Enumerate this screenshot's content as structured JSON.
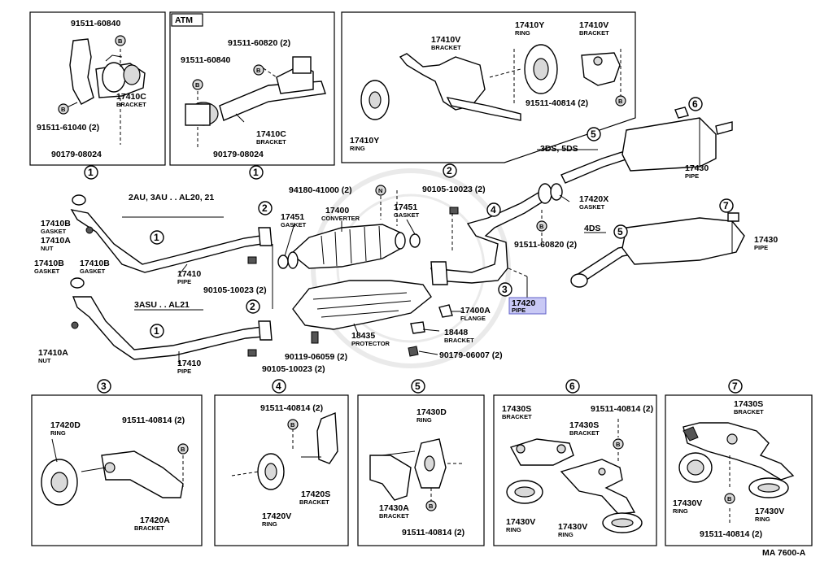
{
  "doc_id": "MA 7600-A",
  "tag_atm": "ATM",
  "group_3ds5ds": "3DS, 5DS",
  "group_4ds": "4DS",
  "group_2au": "2AU, 3AU . . AL20, 21",
  "group_3asu": "3ASU . . AL21",
  "circle_1": "1",
  "circle_2": "2",
  "circle_3": "3",
  "circle_4": "4",
  "circle_5": "5",
  "circle_6": "6",
  "circle_7": "7",
  "b_icon": "B",
  "n_icon": "N",
  "p_91511_60840": "91511-60840",
  "p_17410c": "17410C",
  "d_bracket": "BRACKET",
  "p_91511_61040": "91511-61040 (2)",
  "p_90179_08024": "90179-08024",
  "p_91511_60820_2": "91511-60820 (2)",
  "p_17410v": "17410V",
  "p_17410y": "17410Y",
  "d_ring": "RING",
  "p_91511_40814_2": "91511-40814 (2)",
  "p_17430": "17430",
  "d_pipe": "PIPE",
  "p_17420x": "17420X",
  "d_gasket": "GASKET",
  "p_17410b": "17410B",
  "p_17410a": "17410A",
  "d_nut": "NUT",
  "p_17410": "17410",
  "p_94180_41000": "94180-41000 (2)",
  "p_17400": "17400",
  "d_converter": "CONVERTER",
  "p_17451": "17451",
  "p_90105_10023_2": "90105-10023 (2)",
  "p_17420": "17420",
  "p_17400a": "17400A",
  "d_flange": "FLANGE",
  "p_18448": "18448",
  "p_18435": "18435",
  "d_protector": "PROTECTOR",
  "p_90119_06059": "90119-06059 (2)",
  "p_90179_06007": "90179-06007 (2)",
  "p_17420d": "17420D",
  "p_17420a": "17420A",
  "p_17420v": "17420V",
  "p_17420s": "17420S",
  "p_17430d": "17430D",
  "p_17430a": "17430A",
  "p_17430s": "17430S",
  "p_17430v": "17430V"
}
